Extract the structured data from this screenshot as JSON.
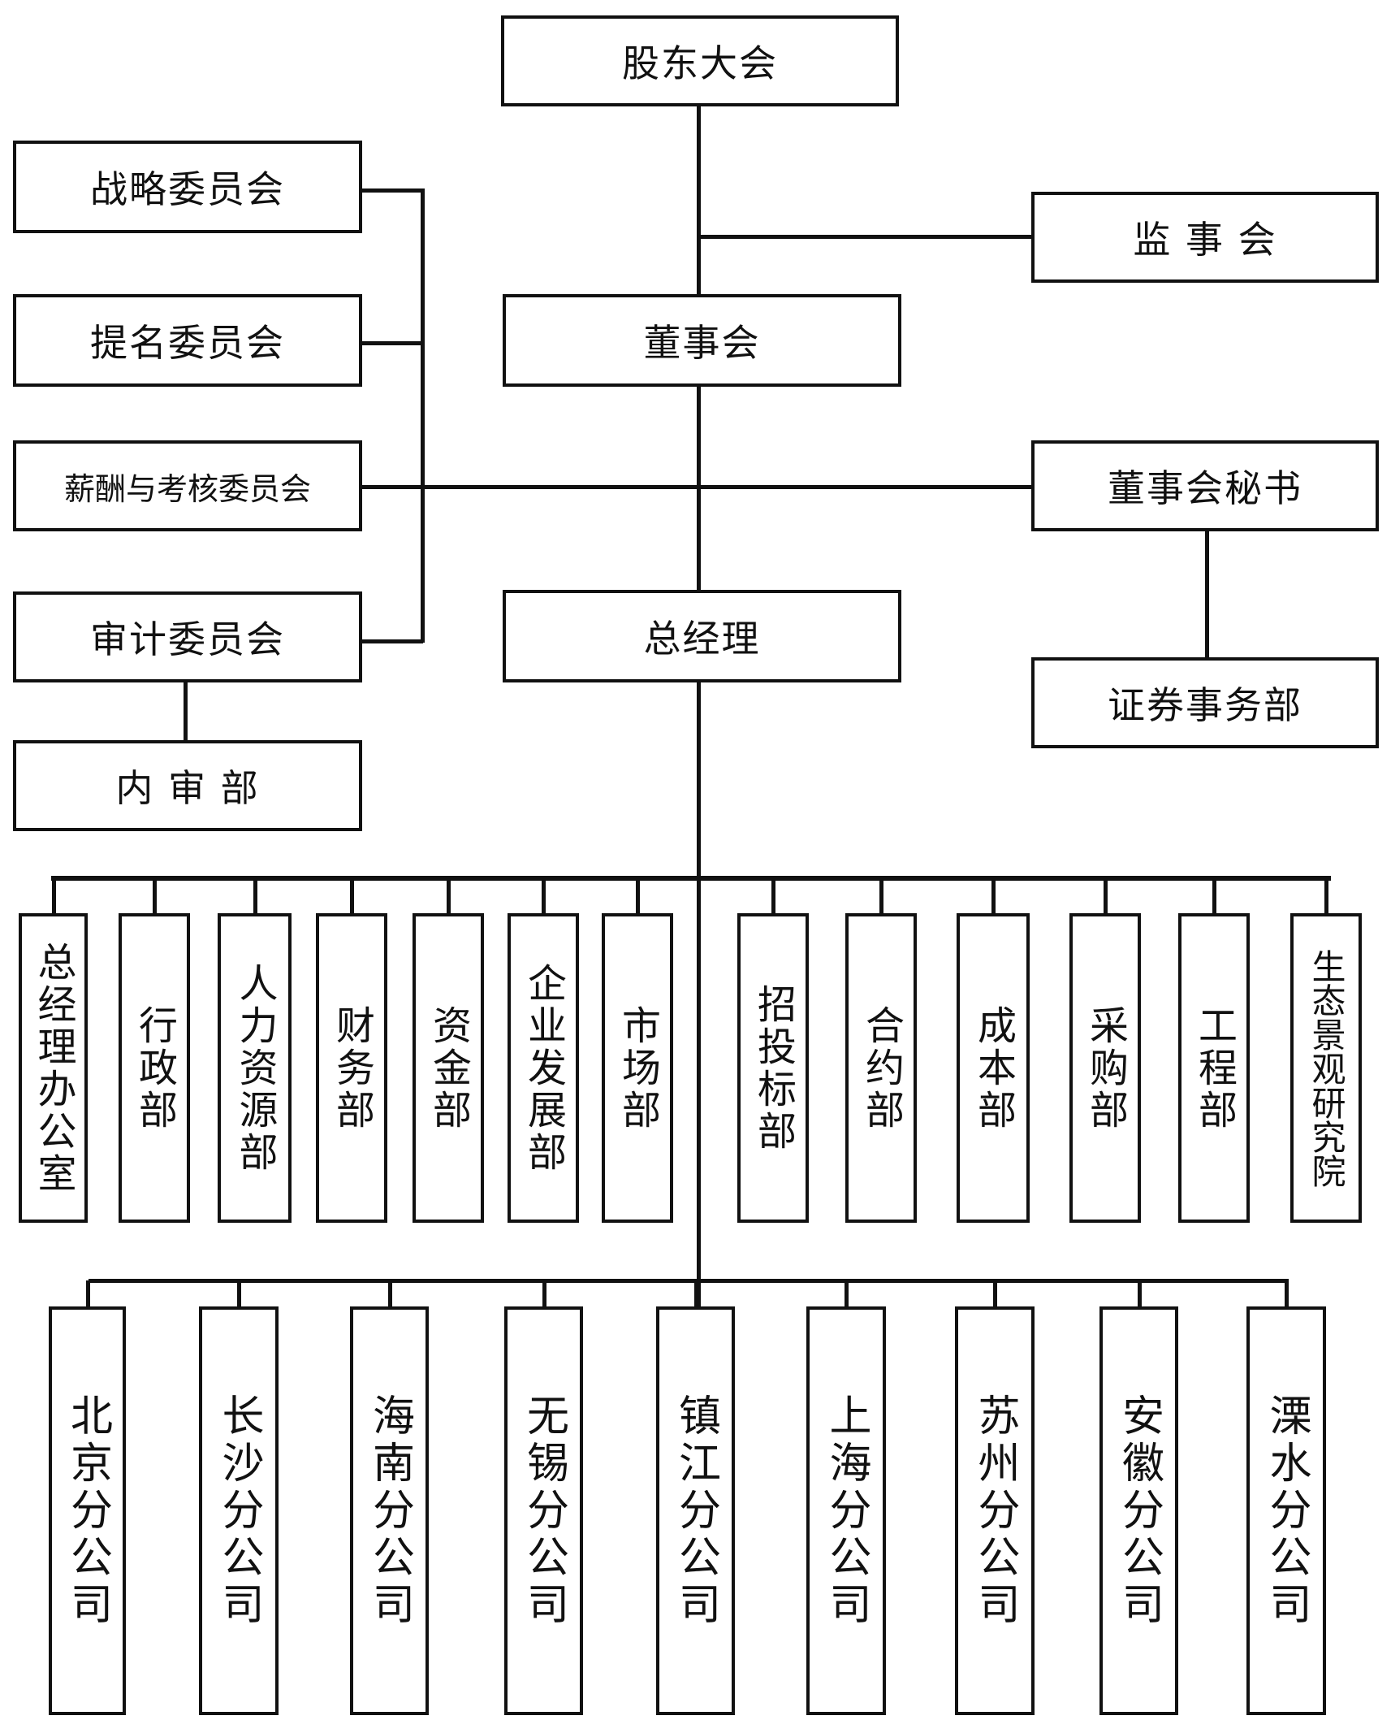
{
  "chart_data": {
    "type": "org-chart",
    "top": {
      "shareholders": "股东大会",
      "supervisory_board": "监 事 会",
      "board": "董事会",
      "board_secretary": "董事会秘书",
      "securities_dept": "证券事务部",
      "general_manager": "总经理"
    },
    "committees": [
      "战略委员会",
      "提名委员会",
      "薪酬与考核委员会",
      "审计委员会"
    ],
    "internal_audit": "内 审 部",
    "departments": [
      "总经理办公室",
      "行政部",
      "人力资源部",
      "财务部",
      "资金部",
      "企业发展部",
      "市场部",
      "招投标部",
      "合约部",
      "成本部",
      "采购部",
      "工程部",
      "生态景观研究院"
    ],
    "branches": [
      "北京分公司",
      "长沙分公司",
      "海南分公司",
      "无锡分公司",
      "镇江分公司",
      "上海分公司",
      "苏州分公司",
      "安徽分公司",
      "溧水分公司"
    ],
    "colors": {
      "line": "#111111",
      "box_fill": "#ffffff"
    }
  }
}
